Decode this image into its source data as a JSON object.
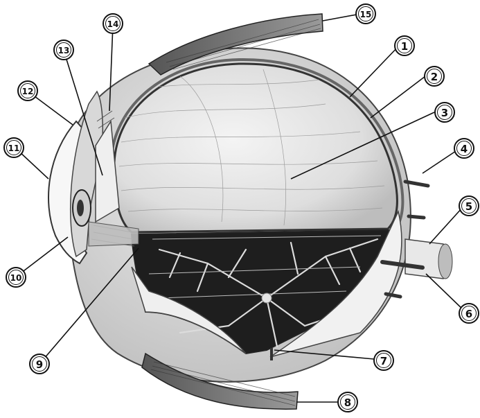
{
  "labels": [
    {
      "id": "1",
      "text": "1"
    },
    {
      "id": "2",
      "text": "2"
    },
    {
      "id": "3",
      "text": "3"
    },
    {
      "id": "4",
      "text": "4"
    },
    {
      "id": "5",
      "text": "5"
    },
    {
      "id": "6",
      "text": "6"
    },
    {
      "id": "7",
      "text": "7"
    },
    {
      "id": "8",
      "text": "8"
    },
    {
      "id": "9",
      "text": "9"
    },
    {
      "id": "10",
      "text": "10"
    },
    {
      "id": "11",
      "text": "11"
    },
    {
      "id": "12",
      "text": "12"
    },
    {
      "id": "13",
      "text": "13"
    },
    {
      "id": "14",
      "text": "14"
    },
    {
      "id": "15",
      "text": "15"
    }
  ],
  "colors": {
    "ink": "#111111",
    "vitreous": "#e6e6e6",
    "retina_dark": "#1c1c1c",
    "vessel": "#d9d9d9",
    "sclera": "#f1f1f1"
  }
}
